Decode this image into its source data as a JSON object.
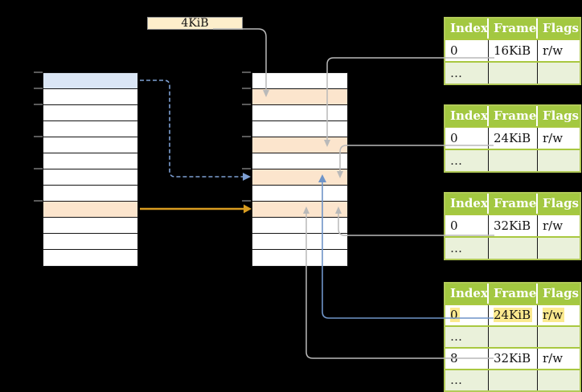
{
  "labels": {
    "page_size": "4KiB",
    "ellipsis": "…"
  },
  "colors": {
    "table-header-green": "#a3c841",
    "table-row-green": "#eaf1da",
    "table-border-green": "#b2ca58",
    "table-grid-green": "#a9c840",
    "highlight-yellow": "#fbe98e",
    "cell-peach": "#fce5cd",
    "cell-blue": "#dbe6f5",
    "box-cream": "#fdeecb",
    "arrow-gray": "#b9b9b9",
    "arrow-orange": "#d99c20",
    "arrow-blue": "#6f94c8",
    "arrow-blue-dashed": "#7d9fd3",
    "tick-gray": "#8a8a8a"
  },
  "memory_columns": {
    "left": {
      "rows": [
        "blue",
        "white",
        "white",
        "white",
        "white",
        "white",
        "white",
        "white",
        "peach",
        "white",
        "white",
        "white"
      ]
    },
    "middle": {
      "rows": [
        "white",
        "peach",
        "white",
        "white",
        "peach",
        "white",
        "peach",
        "white",
        "peach",
        "white",
        "white",
        "white"
      ]
    }
  },
  "table_headers": [
    "Index",
    "Frame",
    "Flags"
  ],
  "tables": [
    {
      "name": "page-table-16kib",
      "rows": [
        {
          "cells": [
            "0",
            "16KiB",
            "r/w"
          ],
          "shade": "white",
          "highlight": false
        },
        {
          "cells": [
            "…",
            "",
            ""
          ],
          "shade": "green",
          "highlight": false
        }
      ]
    },
    {
      "name": "page-table-24kib",
      "rows": [
        {
          "cells": [
            "0",
            "24KiB",
            "r/w"
          ],
          "shade": "white",
          "highlight": false
        },
        {
          "cells": [
            "…",
            "",
            ""
          ],
          "shade": "green",
          "highlight": false
        }
      ]
    },
    {
      "name": "page-table-32kib",
      "rows": [
        {
          "cells": [
            "0",
            "32KiB",
            "r/w"
          ],
          "shade": "white",
          "highlight": false
        },
        {
          "cells": [
            "…",
            "",
            ""
          ],
          "shade": "green",
          "highlight": false
        }
      ]
    },
    {
      "name": "level2-page-table",
      "rows": [
        {
          "cells": [
            "0",
            "24KiB",
            "r/w"
          ],
          "shade": "white",
          "highlight": true
        },
        {
          "cells": [
            "…",
            "",
            ""
          ],
          "shade": "green",
          "highlight": false
        },
        {
          "cells": [
            "8",
            "32KiB",
            "r/w"
          ],
          "shade": "white",
          "highlight": false
        },
        {
          "cells": [
            "…",
            "",
            ""
          ],
          "shade": "green",
          "highlight": false
        }
      ]
    }
  ]
}
